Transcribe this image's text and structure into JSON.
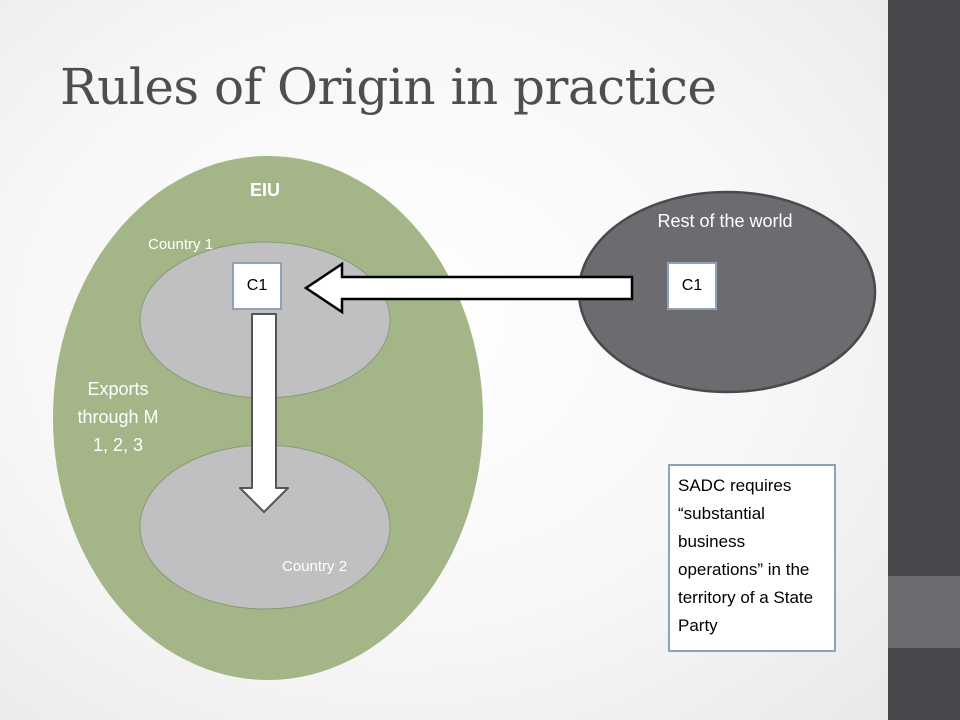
{
  "title": "Rules of Origin in practice",
  "diagram": {
    "eiu_label": "EIU",
    "rest_of_world_label": "Rest of the world",
    "country1_label": "Country 1",
    "country2_label": "Country 2",
    "exports_label": "Exports through M 1, 2, 3",
    "c1_left": "C1",
    "c1_right": "C1",
    "note": "SADC requires “substantial business operations” in the territory of a State Party"
  },
  "colors": {
    "eiu_fill": "#a4b587",
    "country_fill": "#c0bfc1",
    "rest_of_world_fill": "#6c6b6f",
    "side_bar_dark": "#49474b",
    "side_bar_mid": "#6e6c70",
    "title_text": "#4f4d51"
  }
}
